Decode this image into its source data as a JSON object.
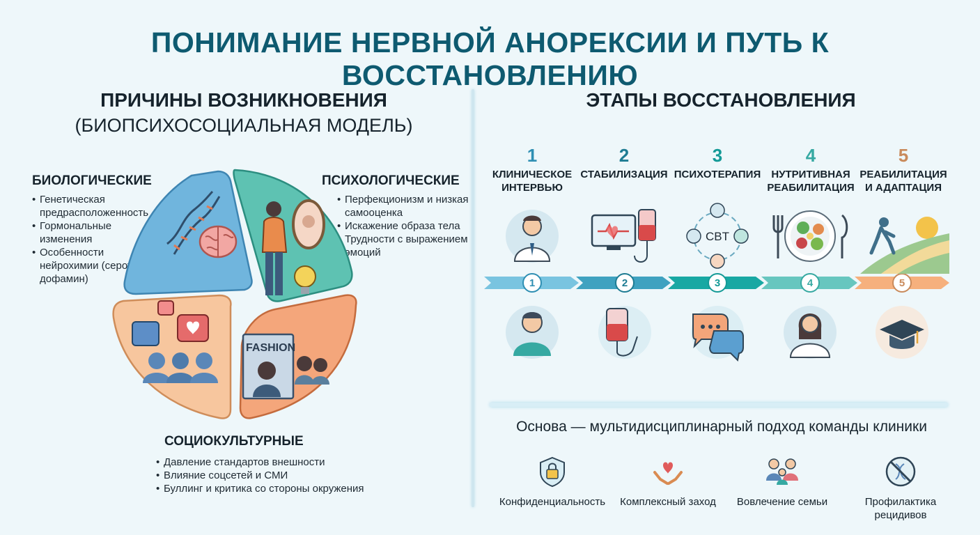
{
  "title": "ПОНИМАНИЕ НЕРВНОЙ АНОРЕКСИИ И ПУТЬ К ВОССТАНОВЛЕНИЮ",
  "causes": {
    "title": "ПРИЧИНЫ ВОЗНИКНОВЕНИЯ",
    "subtitle": "(БИОПСИХОСОЦИАЛЬНАЯ МОДЕЛЬ)",
    "biological": {
      "title": "БИОЛОГИЧЕСКИЕ",
      "items": [
        "Генетическая предрасположенность",
        "Гормональные изменения",
        "Особенности нейрохимии (серотонин, дофамин)"
      ]
    },
    "psychological": {
      "title": "ПСИХОЛОГИЧЕСКИЕ",
      "items": [
        "Перфекционизм и низкая самооценка",
        "Искажение образа тела",
        "Трудности с выражением эмоций"
      ]
    },
    "sociocultural": {
      "title": "СОЦИОКУЛЬТУРНЫЕ",
      "items": [
        "Давление стандартов внешности",
        "Влияние соцсетей и СМИ",
        "Буллинг и критика со стороны окружения"
      ]
    },
    "fashion_label": "FASHION"
  },
  "stages": {
    "title": "ЭТАПЫ ВОССТАНОВЛЕНИЯ",
    "cbt_label": "CBT",
    "items": [
      {
        "number": "1",
        "label": "КЛИНИЧЕСКОЕ ИНТЕРВЬЮ",
        "color": "#2f8fb3"
      },
      {
        "number": "2",
        "label": "СТАБИЛИЗАЦИЯ",
        "color": "#1e7c93"
      },
      {
        "number": "3",
        "label": "ПСИХОТЕРАПИЯ",
        "color": "#149a97"
      },
      {
        "number": "4",
        "label": "НУТРИТИВНАЯ РЕАБИЛИТАЦИЯ",
        "color": "#36a9a2"
      },
      {
        "number": "5",
        "label": "РЕАБИЛИТАЦИЯ И АДАПТАЦИЯ",
        "color": "#c98a5b"
      }
    ]
  },
  "foundation": {
    "title": "Основа — мультидисциплинарный подход команды клиники",
    "items": [
      {
        "label": "Конфиденциальность",
        "icon": "lock-shield-icon"
      },
      {
        "label": "Комплексный заход",
        "icon": "hands-heart-icon"
      },
      {
        "label": "Вовлечение семьи",
        "icon": "family-icon"
      },
      {
        "label": "Профилактика рецидивов",
        "icon": "no-relapse-icon"
      }
    ]
  },
  "colors": {
    "title": "#0e5a70",
    "biological": "#6fb4dc",
    "psychological": "#5cc1b1",
    "sociocultural_top": "#f6c49b",
    "sociocultural_bottom": "#f3a57a"
  }
}
